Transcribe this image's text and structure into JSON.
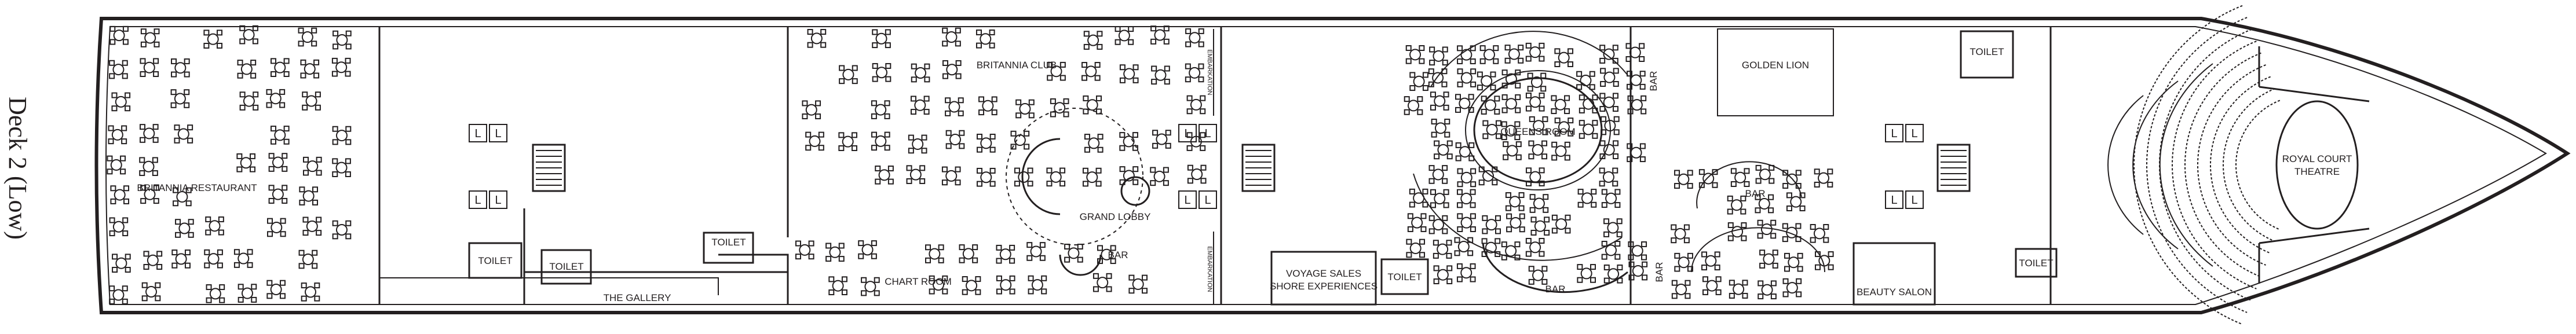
{
  "deck_title": "Deck 2 (Low)",
  "colors": {
    "line": "#231f20",
    "background": "#ffffff"
  },
  "rooms": {
    "britannia_restaurant": "BRITANNIA RESTAURANT",
    "britannia_club": "BRITANNIA CLUB",
    "grand_lobby": "GRAND LOBBY",
    "queens_room": "QUEENS ROOM",
    "golden_lion": "GOLDEN LION",
    "royal_court_theatre_line1": "ROYAL COURT",
    "royal_court_theatre_line2": "THEATRE",
    "the_gallery": "THE GALLERY",
    "chart_room": "CHART ROOM",
    "voyage_sales_line1": "VOYAGE SALES",
    "voyage_sales_line2": "SHORE EXPERIENCES",
    "beauty_salon": "BEAUTY SALON"
  },
  "labels": {
    "toilet": "TOILET",
    "bar": "BAR",
    "embarkation": "EMBARKATION",
    "lift": "L"
  }
}
